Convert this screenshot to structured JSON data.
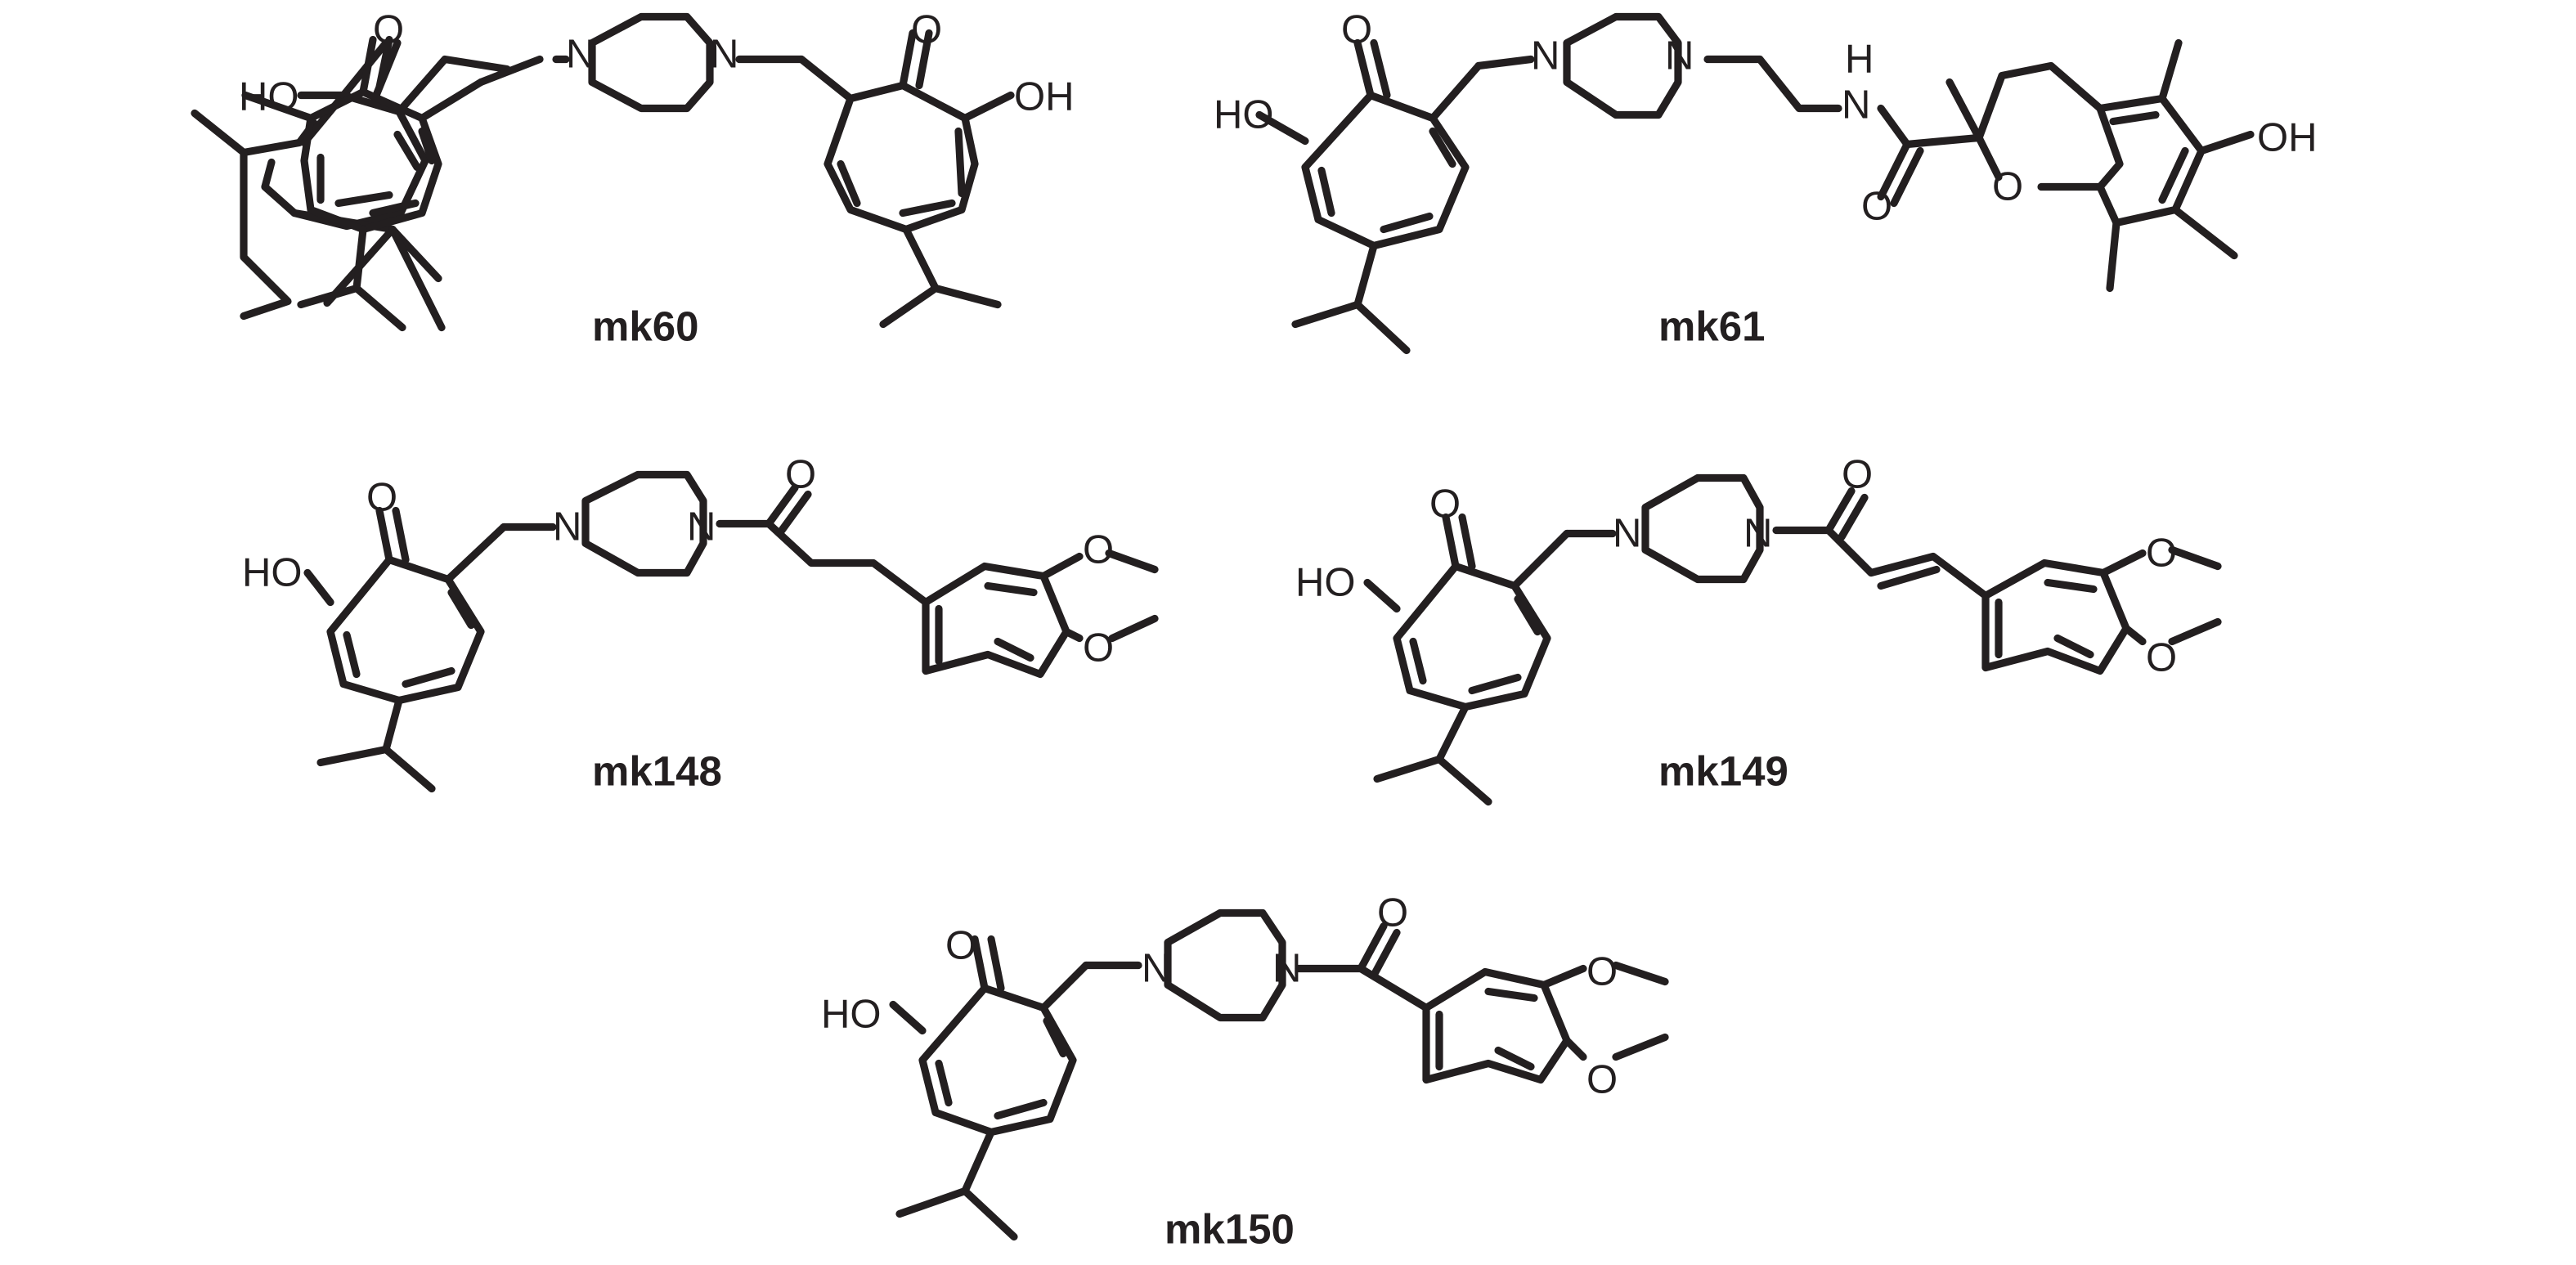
{
  "compounds": [
    {
      "id": "mk60",
      "label": "mk60"
    },
    {
      "id": "mk61",
      "label": "mk61"
    },
    {
      "id": "mk148",
      "label": "mk148"
    },
    {
      "id": "mk149",
      "label": "mk149"
    },
    {
      "id": "mk150",
      "label": "mk150"
    }
  ],
  "atoms": {
    "O": "O",
    "N": "N",
    "HO": "HO",
    "OH": "OH",
    "H": "H"
  }
}
